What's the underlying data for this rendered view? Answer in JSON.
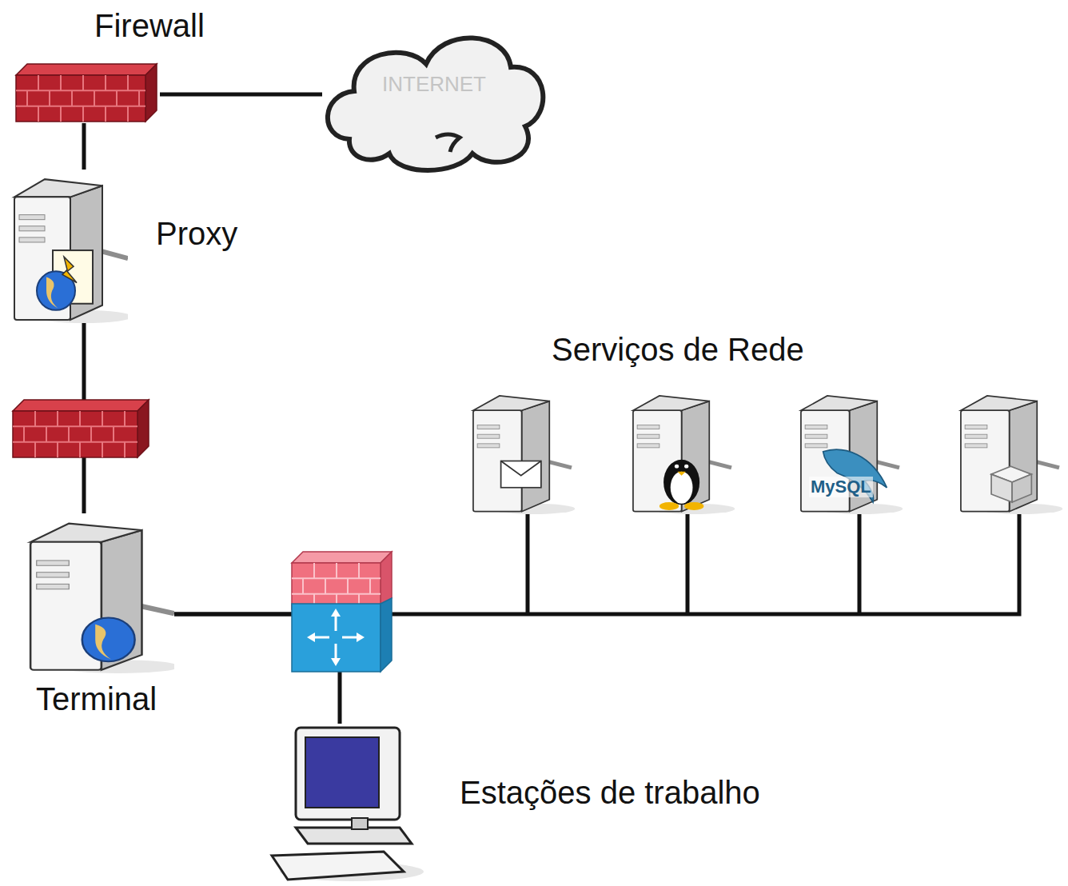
{
  "diagram": {
    "nodes": [
      {
        "text": [
          "Firewall"
        ]
      },
      {
        "text": [
          "INTERNET"
        ]
      },
      {
        "text": [
          "Proxy"
        ]
      },
      {
        "text": [
          "Terminal"
        ]
      },
      {
        "text": [
          "Serviços de Rede"
        ]
      },
      {
        "text": [
          "Estações de trabalho"
        ]
      }
    ],
    "edges": [
      {
        "from": 0,
        "to": 1,
        "arrow": "none"
      },
      {
        "from": 0,
        "to": 2,
        "arrow": "none"
      },
      {
        "from": 2,
        "to": 3,
        "arrow": "none"
      },
      {
        "from": 3,
        "to": 4,
        "arrow": "none"
      },
      {
        "from": 3,
        "to": 5,
        "arrow": "none"
      }
    ],
    "labels": [
      "MySQL"
    ]
  }
}
